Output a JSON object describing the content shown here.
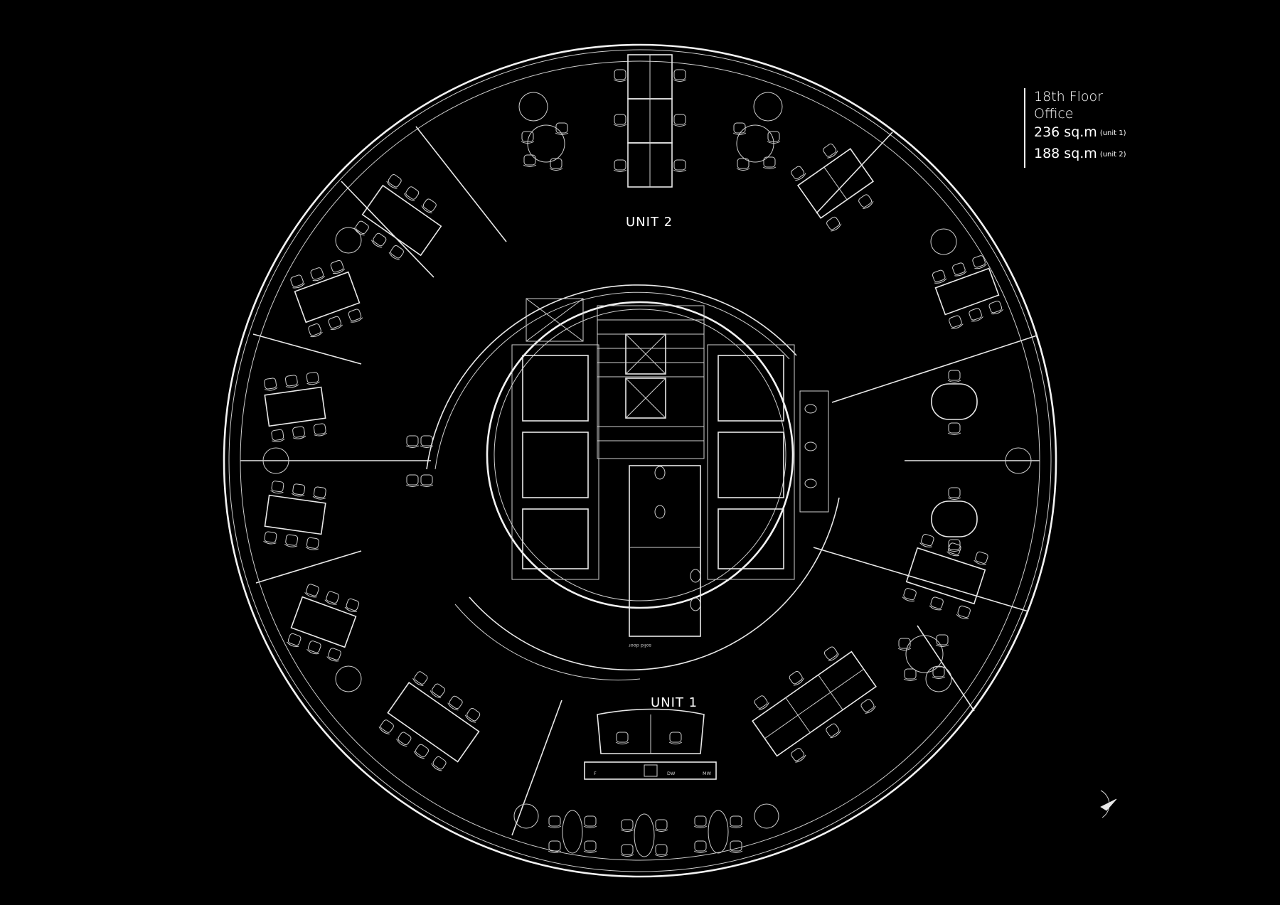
{
  "legend": {
    "floor": "18th Floor",
    "use": "Office",
    "unit1_area": "236 sq.m",
    "unit1_tag": "(unit 1)",
    "unit2_area": "188 sq.m",
    "unit2_tag": "(unit 2)"
  },
  "plan": {
    "unit2_label": "UNIT 2",
    "unit1_label": "UNIT 1",
    "solid_door_label": "solid door",
    "kitchen_labels": [
      "F",
      "DW",
      "MW"
    ]
  },
  "icons": {
    "north_arrow": "north-arrow-icon"
  }
}
